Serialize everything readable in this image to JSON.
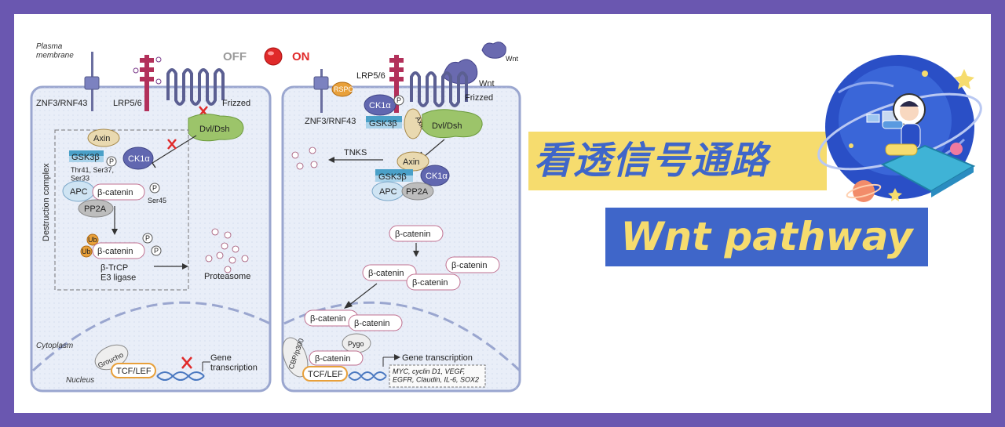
{
  "diagram": {
    "left_panel": {
      "plasma_membrane": "Plasma\nmembrane",
      "znf3": "ZNF3/RNF43",
      "lrp": "LRP5/6",
      "frizzed": "Frizzed",
      "dvl": "Dvl/Dsh",
      "axin": "Axin",
      "gsk": "GSK3β",
      "ck1": "CK1α",
      "p": "P",
      "thr": "Thr41, Ser37,\nSer33",
      "ser45": "Ser45",
      "apc": "APC",
      "bcat": "β-catenin",
      "pp2a": "PP2A",
      "ub": "Ub",
      "btrcp": "β-TrCP\nE3 ligase",
      "proteasome": "Proteasome",
      "destruction": "Destruction complex",
      "cytoplasm": "Cytoplasm",
      "nucleus": "Nucleus",
      "groucho": "Groucho",
      "tcf": "TCF/LEF",
      "gene": "Gene\ntranscription"
    },
    "switch": {
      "off": "OFF",
      "on": "ON"
    },
    "right_panel": {
      "lrp": "LRP5/6",
      "wnt": "Wnt",
      "wnt_top": "Wnt",
      "rspo": "RSPO",
      "ck1": "CK1α",
      "gsk": "GSK3β",
      "axin": "Axin",
      "dvl": "Dvl/Dsh",
      "frizzed": "Frizzed",
      "znf3": "ZNF3/RNF43",
      "tnks": "TNKS",
      "apc": "APC",
      "pp2a": "PP2A",
      "bcat": "β-catenin",
      "cbp": "CBP/p300",
      "pygo": "Pygo",
      "tcf": "TCF/LEF",
      "gene": "Gene transcription",
      "targets": "MYC, cyclin D1, VEGF,\nEGFR, Claudin, IL-6, SOX2"
    }
  },
  "title_cn": "看透信号通路",
  "title_en": "Wnt pathway",
  "colors": {
    "border": "#6a57b0",
    "yellow": "#f6dc6e",
    "blue": "#3f66c9"
  }
}
